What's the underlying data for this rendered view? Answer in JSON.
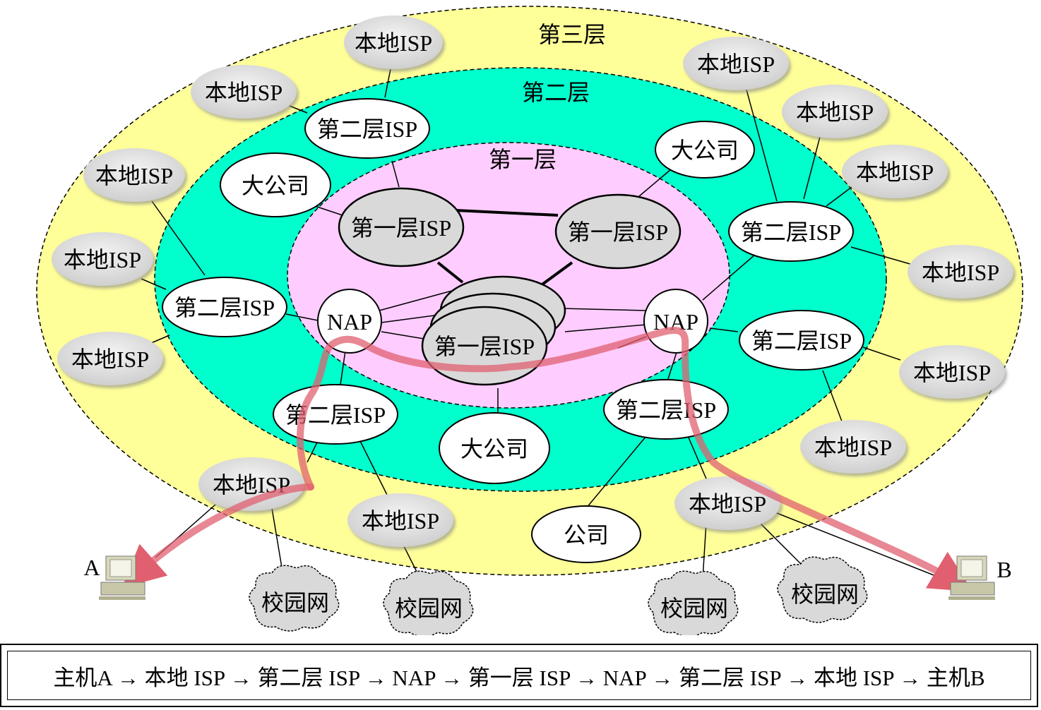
{
  "layers": {
    "layer3": "第三层",
    "layer2": "第二层",
    "layer1": "第一层"
  },
  "nodes": {
    "local_isp": "本地ISP",
    "tier2_isp": "第二层ISP",
    "tier1_isp": "第一层ISP",
    "nap": "NAP",
    "big_company": "大公司",
    "company": "公司",
    "campus": "校园网"
  },
  "hosts": {
    "a": "A",
    "b": "B"
  },
  "caption": "主机A → 本地 ISP → 第二层 ISP → NAP → 第一层 ISP → NAP → 第二层 ISP → 本地 ISP → 主机B",
  "colors": {
    "layer3_fill": "#ffff99",
    "layer2_fill": "#00ffcc",
    "layer1_fill": "#ffccff",
    "local_isp_fill": "#e0e0e0",
    "tier1_fill": "#d9d9d9",
    "path_color": "#e06070"
  }
}
